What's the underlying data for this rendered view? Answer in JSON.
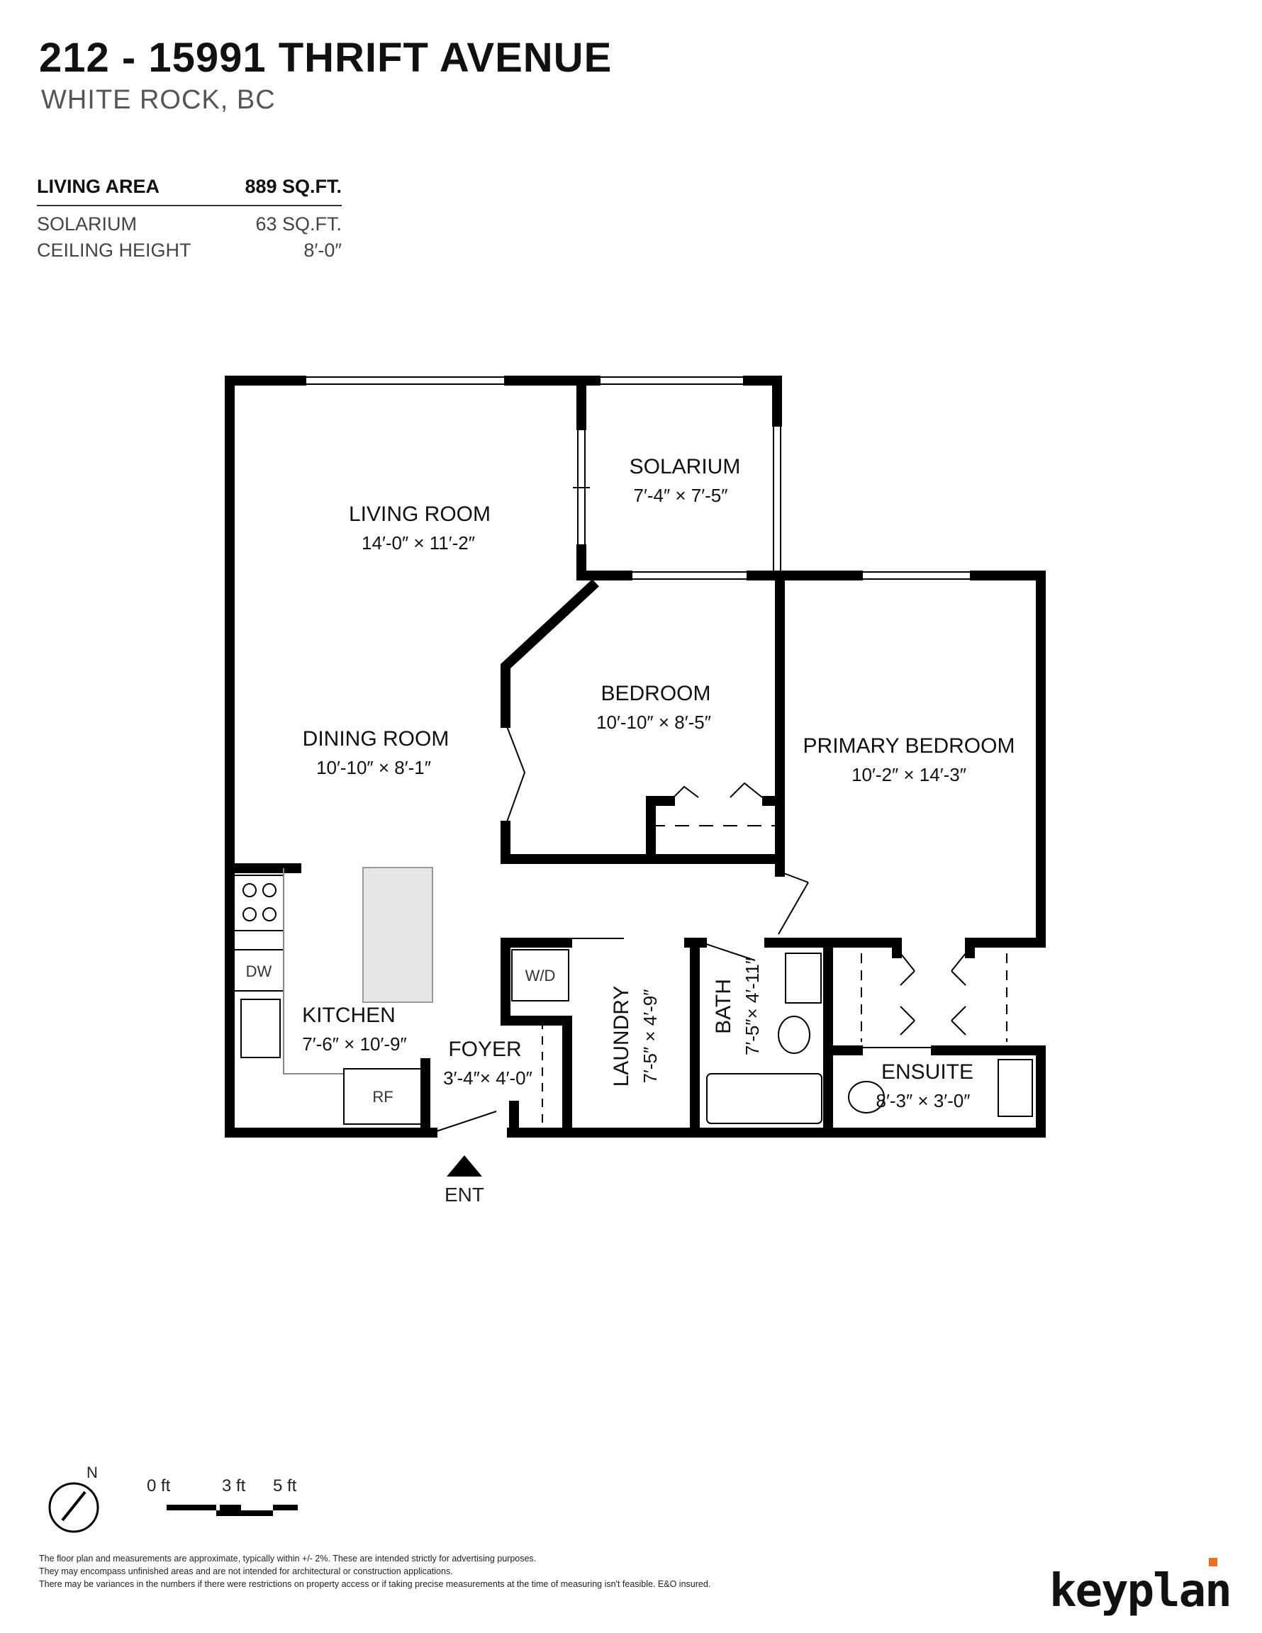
{
  "header": {
    "address": "212 - 15991 THRIFT AVENUE",
    "city": "WHITE ROCK, BC"
  },
  "stats": {
    "living_area": {
      "label": "LIVING AREA",
      "value": "889 SQ.FT."
    },
    "solarium": {
      "label": "SOLARIUM",
      "value": "63 SQ.FT."
    },
    "ceiling": {
      "label": "CEILING HEIGHT",
      "value": "8′-0″"
    }
  },
  "rooms": {
    "living": {
      "name": "LIVING ROOM",
      "dims": "14′-0″  ×  11′-2″"
    },
    "solarium": {
      "name": "SOLARIUM",
      "dims": "7′-4″   ×   7′-5″"
    },
    "bedroom": {
      "name": "BEDROOM",
      "dims": "10′-10″ ×   8′-5″"
    },
    "primary": {
      "name": "PRIMARY BEDROOM",
      "dims": "10′-2″  ×  14′-3″"
    },
    "dining": {
      "name": "DINING ROOM",
      "dims": "10′-10″ ×   8′-1″"
    },
    "kitchen": {
      "name": "KITCHEN",
      "dims": "7′-6″ × 10′-9″"
    },
    "foyer": {
      "name": "FOYER",
      "dims": "3′-4″× 4′-0″"
    },
    "laundry": {
      "name": "LAUNDRY",
      "dims": "7′-5″  ×  4′-9″"
    },
    "bath": {
      "name": "BATH",
      "dims": "7′-5″× 4′-11″"
    },
    "ensuite": {
      "name": "ENSUITE",
      "dims": "8′-3″ × 3′-0″"
    }
  },
  "fixtures": {
    "dw": "DW",
    "wd": "W/D",
    "rf": "RF"
  },
  "entry": "ENT",
  "compass": "N",
  "scale": {
    "zero": "0 ft",
    "three": "3 ft",
    "five": "5 ft"
  },
  "disclaimer": [
    "The floor plan and measurements are approximate, typically within +/- 2%. These are intended strictly for advertising purposes.",
    "They may encompass unfinished areas and are not intended for architectural or construction applications.",
    "There may be variances in the numbers if there were restrictions on property access or if taking precise measurements at the time of measuring isn't feasible. E&O insured."
  ],
  "logo": "keyplan",
  "colors": {
    "wall": "#000000",
    "accent": "#f26b21"
  }
}
